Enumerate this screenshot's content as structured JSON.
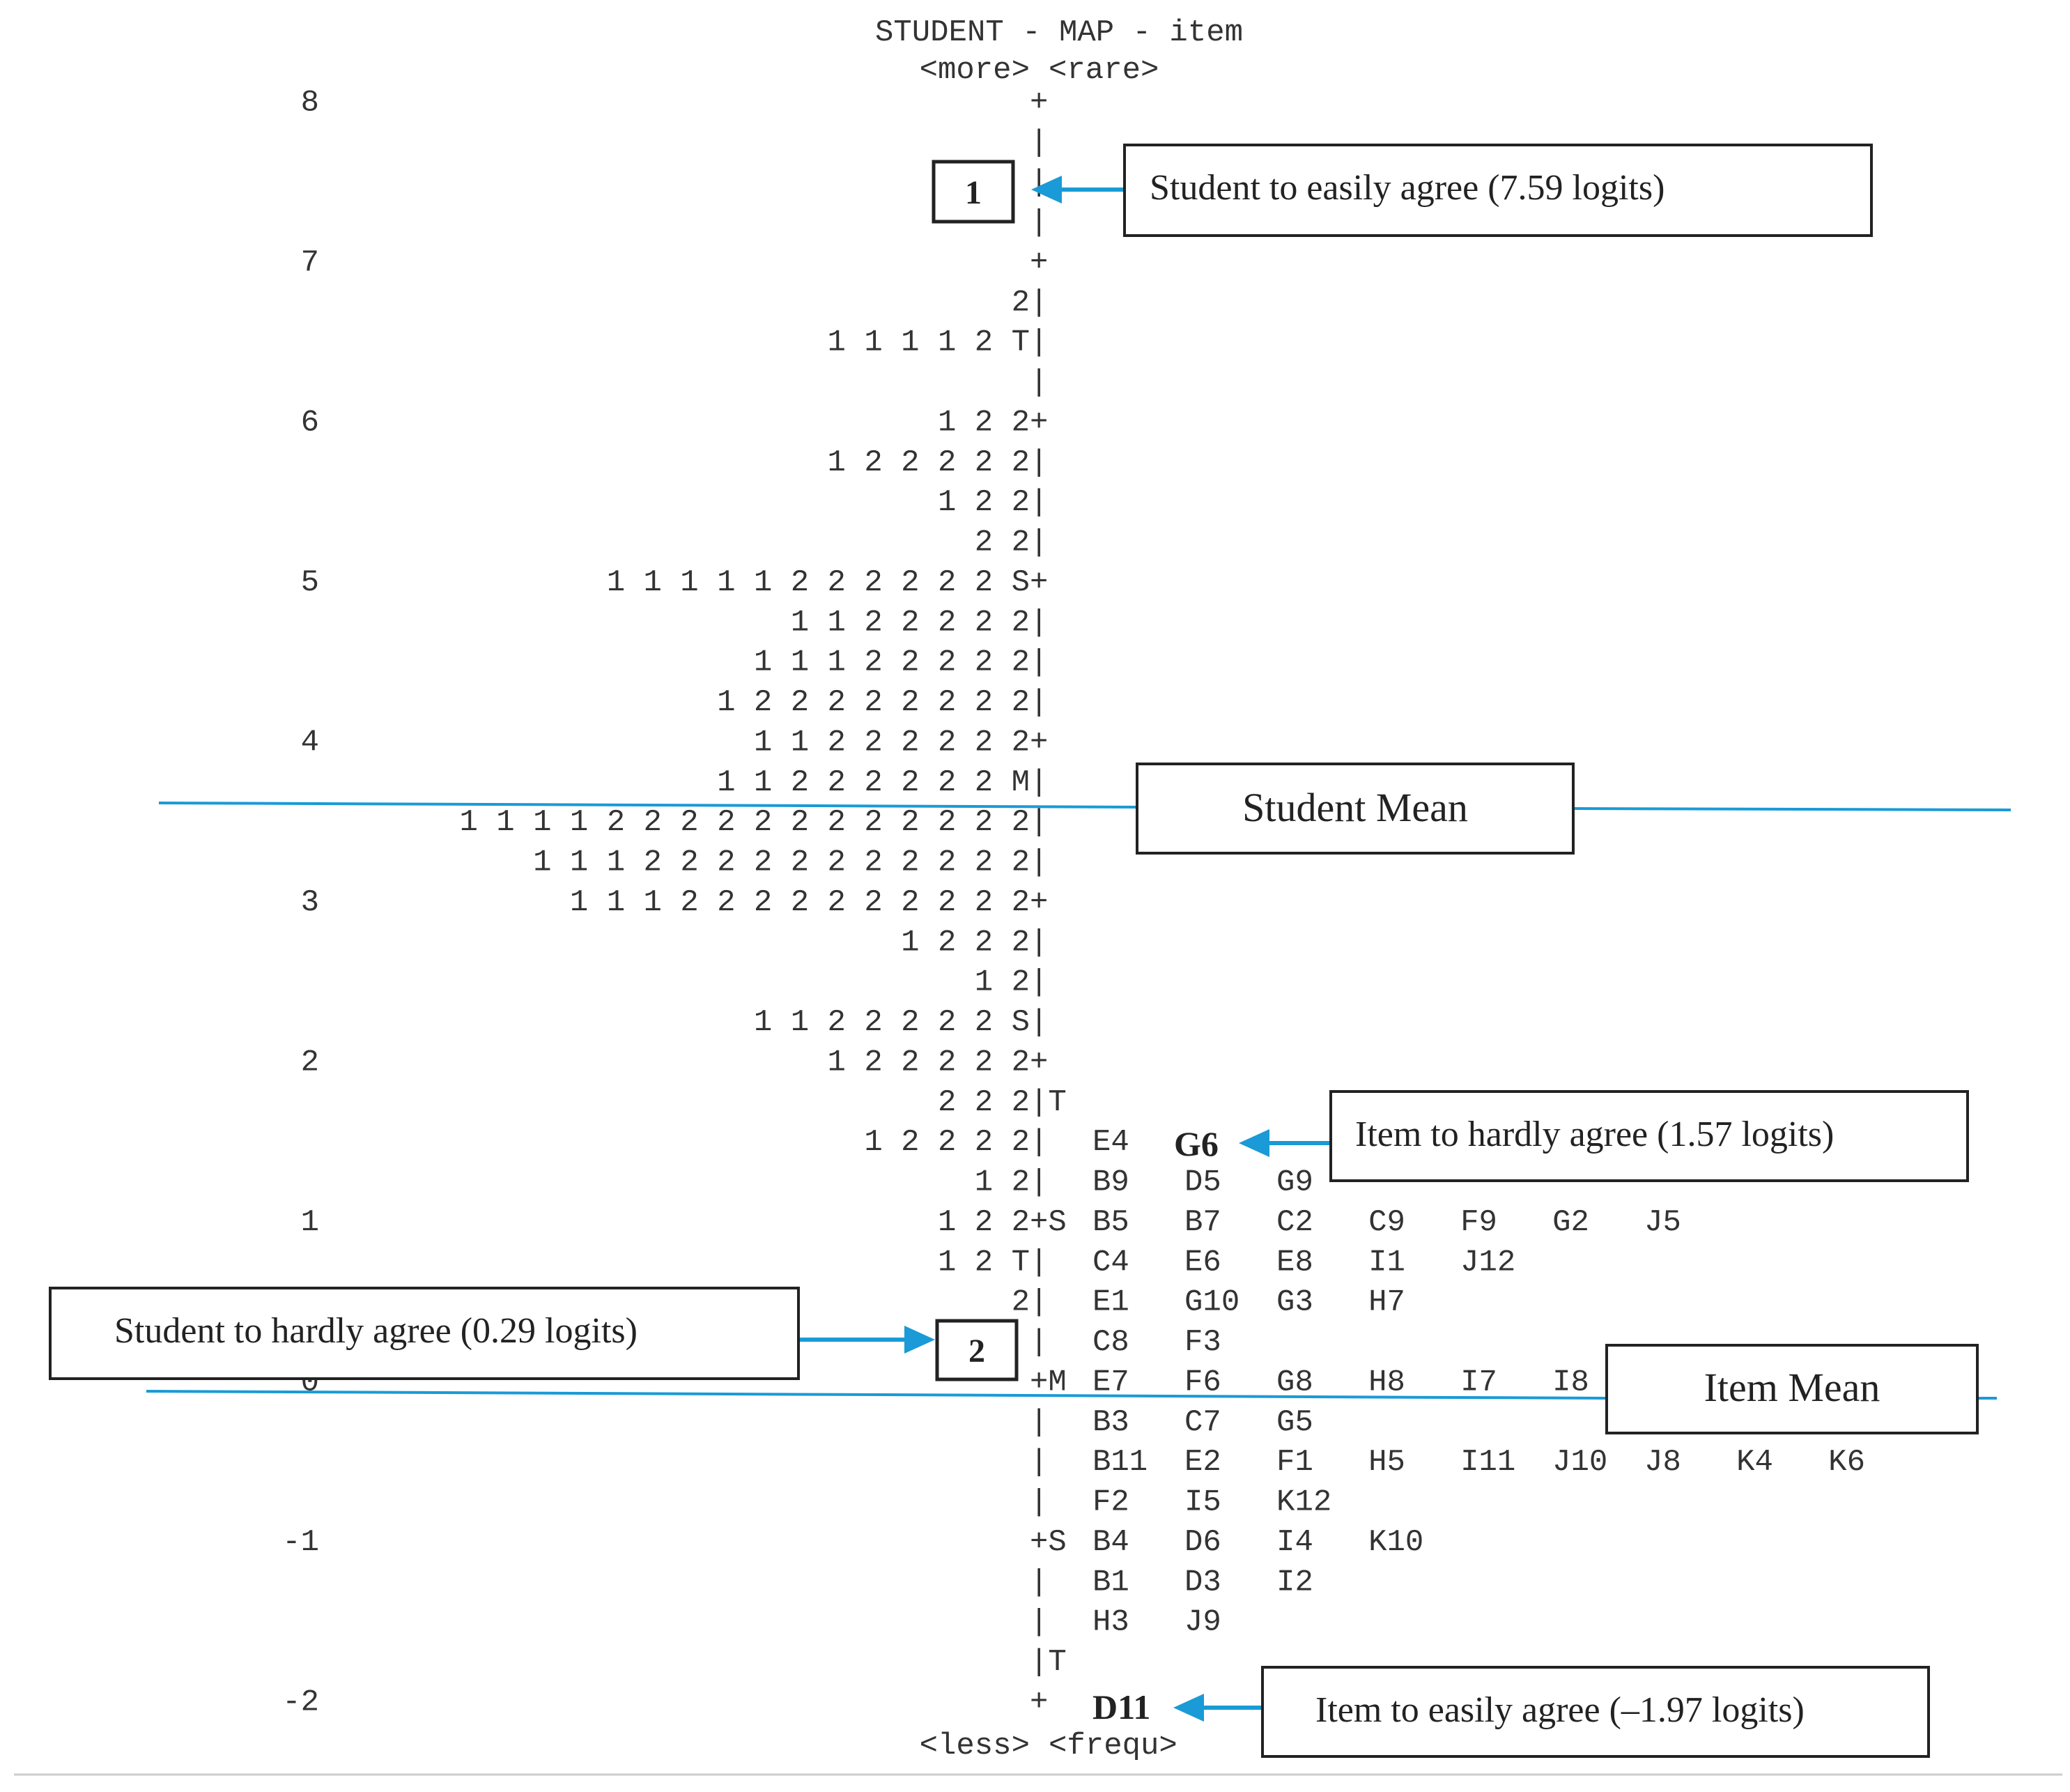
{
  "header": {
    "title": "STUDENT - MAP - item",
    "top_left": "<more>",
    "top_right": "<rare>"
  },
  "footer": {
    "left": "<less>",
    "right": "<frequ>"
  },
  "axis_labels": [
    "8",
    "7",
    "6",
    "5",
    "4",
    "3",
    "2",
    "1",
    "0",
    "-1",
    "-2"
  ],
  "rows": [
    {
      "y": 2.25,
      "s": "",
      "m": "+",
      "i": ""
    },
    {
      "y": 2.5,
      "s": "",
      "m": "|",
      "i": ""
    },
    {
      "y": 2.75,
      "s": "",
      "m": "|",
      "i": ""
    },
    {
      "y": 3.0,
      "s": "",
      "m": "|",
      "i": ""
    },
    {
      "y": 3.25,
      "s": "",
      "m": "+",
      "i": ""
    },
    {
      "y": 3.5,
      "s": "2",
      "m": "|",
      "i": ""
    },
    {
      "y": 3.75,
      "s": "1 1 1 1 2 T",
      "m": "|",
      "i": ""
    },
    {
      "y": 4.0,
      "s": "",
      "m": "|",
      "i": ""
    },
    {
      "y": 4.25,
      "s": "1 2 2",
      "m": "+",
      "i": ""
    },
    {
      "y": 4.5,
      "s": "1 2 2 2 2 2",
      "m": "|",
      "i": ""
    },
    {
      "y": 4.75,
      "s": "1 2 2",
      "m": "|",
      "i": ""
    },
    {
      "y": 5.0,
      "s": "2 2",
      "m": "|",
      "i": ""
    },
    {
      "y": 5.25,
      "s": "1 1 1 1 1 2 2 2 2 2 2 S",
      "m": "+",
      "i": ""
    },
    {
      "y": 5.5,
      "s": "1 1 2 2 2 2 2",
      "m": "|",
      "i": ""
    },
    {
      "y": 5.75,
      "s": "1 1 1 2 2 2 2 2",
      "m": "|",
      "i": ""
    },
    {
      "y": 6.0,
      "s": "1 2 2 2 2 2 2 2 2",
      "m": "|",
      "i": ""
    },
    {
      "y": 6.25,
      "s": "1 1 2 2 2 2 2 2",
      "m": "+",
      "i": ""
    },
    {
      "y": 6.5,
      "s": "1 1 2 2 2 2 2 2 M",
      "m": "|",
      "i": ""
    },
    {
      "y": 6.75,
      "s": "1 1 1 1 2 2 2 2 2 2 2 2 2 2 2 2",
      "m": "|",
      "i": ""
    },
    {
      "y": 7.0,
      "s": "1 1 1 2 2 2 2 2 2 2 2 2 2 2",
      "m": "|",
      "i": ""
    },
    {
      "y": 7.25,
      "s": "1 1 1 2 2 2 2 2 2 2 2 2 2",
      "m": "+",
      "i": ""
    },
    {
      "y": 7.5,
      "s": "1 2 2 2",
      "m": "|",
      "i": ""
    },
    {
      "y": 7.75,
      "s": "1 2",
      "m": "|",
      "i": ""
    },
    {
      "y": 8.0,
      "s": "1 1 2 2 2 2 2 S",
      "m": "|",
      "i": ""
    },
    {
      "y": 8.25,
      "s": "1 2 2 2 2 2",
      "m": "+",
      "i": ""
    },
    {
      "y": 8.5,
      "s": "2 2 2",
      "m": "|T",
      "i": ""
    },
    {
      "y": 8.75,
      "s": "1 2 2 2 2",
      "m": "|",
      "i": "E4"
    },
    {
      "y": 9.0,
      "s": "1 2",
      "m": "|",
      "i": "B9   D5   G9"
    },
    {
      "y": 9.25,
      "s": "1 2 2",
      "m": "+S",
      "i": "B5   B7   C2   C9   F9   G2   J5"
    },
    {
      "y": 9.5,
      "s": "1 2 T",
      "m": "|",
      "i": "C4   E6   E8   I1   J12"
    },
    {
      "y": 9.75,
      "s": "2",
      "m": "|",
      "i": "E1   G10  G3   H7"
    },
    {
      "y": 10.0,
      "s": "",
      "m": "|",
      "i": "C8   F3"
    },
    {
      "y": 10.25,
      "s": "",
      "m": "+M",
      "i": "E7   F6   G8   H8   I7   I8"
    },
    {
      "y": 10.5,
      "s": "",
      "m": "|",
      "i": "B3   C7   G5"
    },
    {
      "y": 10.75,
      "s": "",
      "m": "|",
      "i": "B11  E2   F1   H5   I11  J10  J8   K4   K6"
    },
    {
      "y": 11.0,
      "s": "",
      "m": "|",
      "i": "F2   I5   K12"
    },
    {
      "y": 11.25,
      "s": "",
      "m": "+S",
      "i": "B4   D6   I4   K10"
    },
    {
      "y": 11.5,
      "s": "",
      "m": "|",
      "i": "B1   D3   I2"
    },
    {
      "y": 11.75,
      "s": "",
      "m": "|",
      "i": "H3   J9"
    },
    {
      "y": 12.0,
      "s": "",
      "m": "|T",
      "i": ""
    },
    {
      "y": 12.25,
      "s": "",
      "m": "+",
      "i": ""
    }
  ],
  "boxed": {
    "student_high": "1",
    "student_low": "2"
  },
  "bold_items": {
    "g6": "G6",
    "d11": "D11"
  },
  "callouts": {
    "student_easy": "Student to easily agree (7.59 logits)",
    "student_mean": "Student Mean",
    "item_hard": "Item to hardly agree (1.57 logits)",
    "student_hard": "Student to hardly agree (0.29 logits)",
    "item_mean": "Item Mean",
    "item_easy": "Item to easily agree (–1.97 logits)"
  },
  "colors": {
    "line": "#1a9ad6",
    "text": "#333333",
    "box": "#222222"
  }
}
